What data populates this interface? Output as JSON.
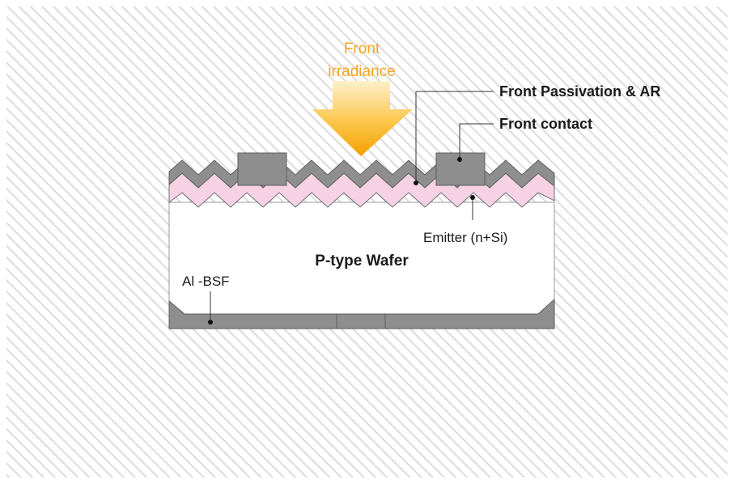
{
  "diagram": {
    "irradiance_label_line1": "Front",
    "irradiance_label_line2": "irradiance",
    "front_passivation_label": "Front Passivation & AR",
    "front_contact_label": "Front contact",
    "emitter_label": "Emitter (n+Si)",
    "wafer_label": "P-type Wafer",
    "bsf_label": "Al -BSF"
  },
  "colors": {
    "accent_orange": "#f5a623",
    "arrow_top": "#fde9b3",
    "arrow_bottom": "#f5a000",
    "layer_gray": "#8c8c8c",
    "emitter_pink": "#f7d6e6",
    "stripe_bg": "#e0e0e0",
    "text_dark": "#1a1a1a"
  }
}
